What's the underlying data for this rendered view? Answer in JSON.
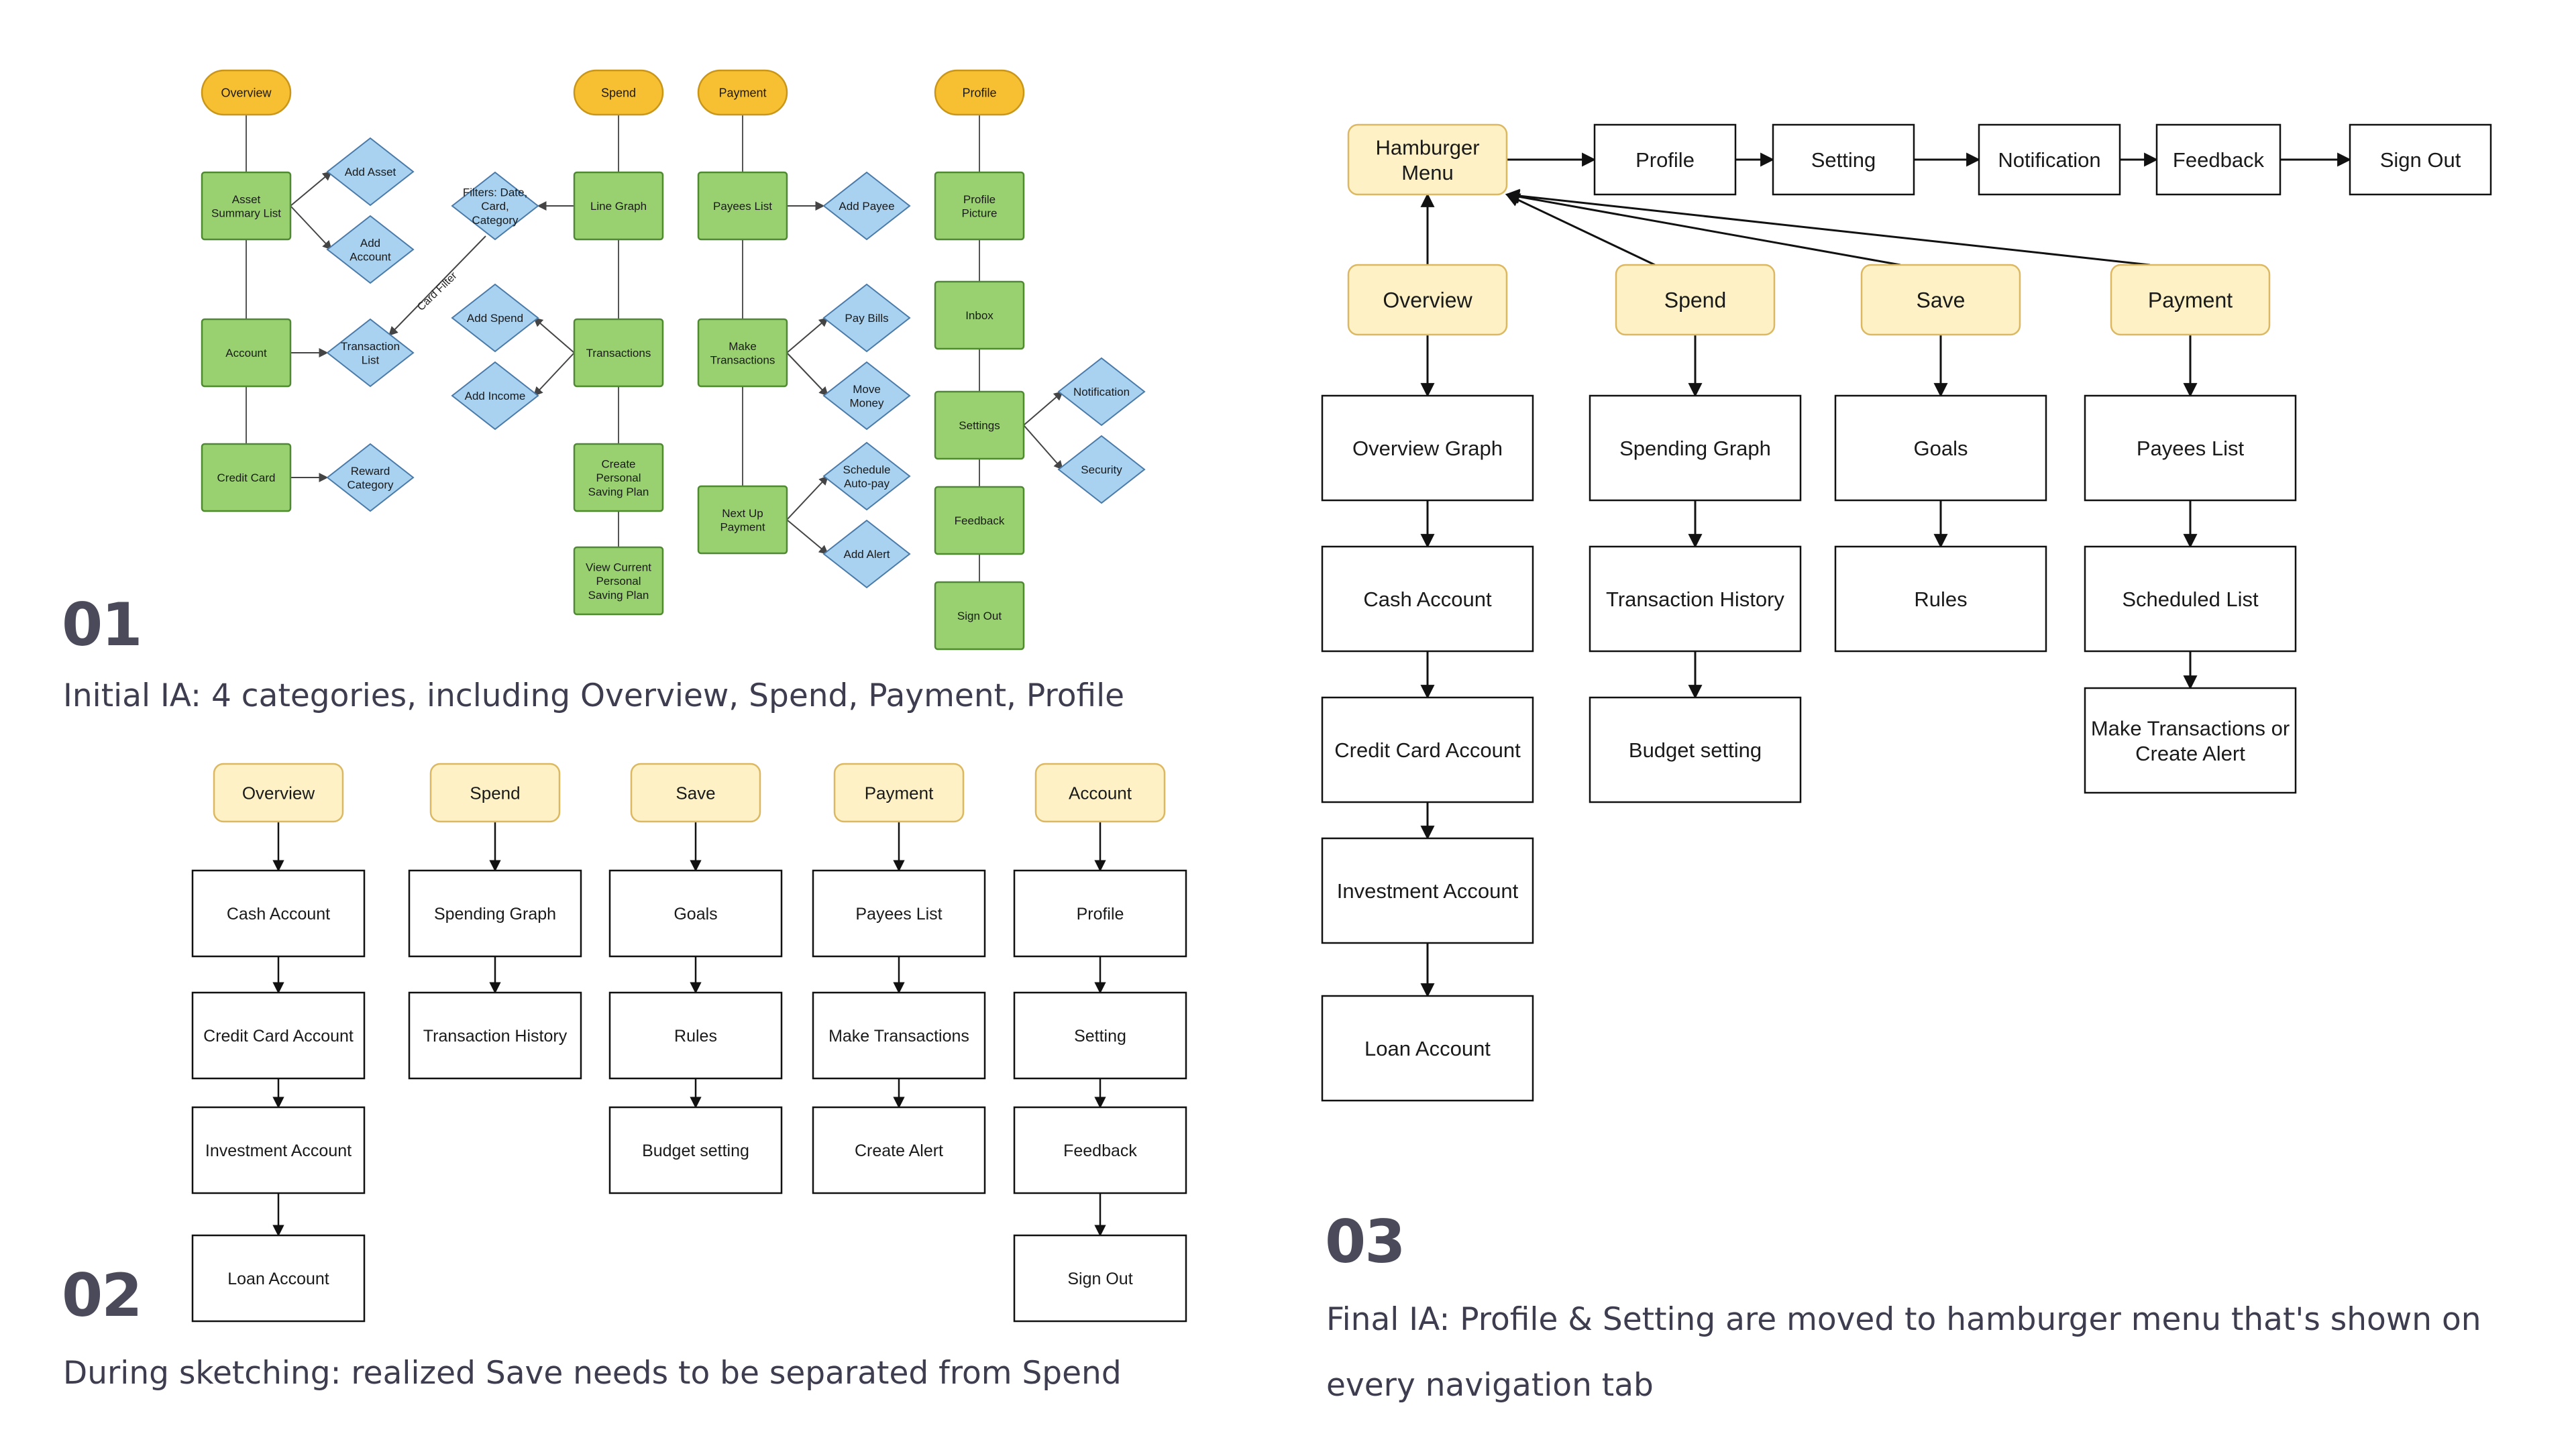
{
  "sections": {
    "s1": {
      "number": "01",
      "caption": "Initial IA: 4 categories, including Overview, Spend, Payment, Profile"
    },
    "s2": {
      "number": "02",
      "caption": "During sketching: realized Save needs to be separated from Spend"
    },
    "s3": {
      "number": "03",
      "caption_line1": "Final IA: Profile & Setting are moved to hamburger menu that's shown on",
      "caption_line2": "every navigation tab"
    }
  },
  "colors": {
    "pill_orange": "#f7c033",
    "pill_orange_stroke": "#c9961a",
    "green": "#99d170",
    "green_stroke": "#4f8a33",
    "diamond": "#a9d1f0",
    "diamond_stroke": "#4a7aa8",
    "yellow_soft": "#fdf1c5",
    "yellow_soft_stroke": "#dcb863"
  },
  "diagram1": {
    "headers": {
      "overview": "Overview",
      "spend": "Spend",
      "payment": "Payment",
      "profile": "Profile"
    },
    "overview": {
      "asset_summary": [
        "Asset",
        "Summary List"
      ],
      "account": "Account",
      "credit_card": "Credit Card",
      "add_asset": "Add Asset",
      "add_account": [
        "Add",
        "Account"
      ],
      "transaction_list": [
        "Transaction",
        "List"
      ],
      "reward_category": [
        "Reward",
        "Category"
      ]
    },
    "spend": {
      "line_graph": "Line Graph",
      "transactions": "Transactions",
      "create_plan": [
        "Create",
        "Personal",
        "Saving Plan"
      ],
      "view_plan": [
        "View Current",
        "Personal",
        "Saving Plan"
      ],
      "filters": [
        "Filters: Date,",
        "Card,",
        "Category"
      ],
      "add_spend": "Add Spend",
      "add_income": "Add Income",
      "card_filter": "Card Filter"
    },
    "payment": {
      "payees_list": "Payees List",
      "make_transactions": [
        "Make",
        "Transactions"
      ],
      "next_up": [
        "Next Up",
        "Payment"
      ],
      "add_payee": "Add Payee",
      "pay_bills": "Pay Bills",
      "move_money": [
        "Move",
        "Money"
      ],
      "schedule_autopay": [
        "Schedule",
        "Auto-pay"
      ],
      "add_alert": "Add Alert"
    },
    "profile": {
      "profile_picture": [
        "Profile",
        "Picture"
      ],
      "inbox": "Inbox",
      "settings": "Settings",
      "feedback": "Feedback",
      "sign_out": "Sign Out",
      "notification": "Notification",
      "security": "Security"
    }
  },
  "diagram2": {
    "columns": [
      {
        "header": "Overview",
        "items": [
          "Cash Account",
          "Credit Card Account",
          "Investment Account",
          "Loan Account"
        ]
      },
      {
        "header": "Spend",
        "items": [
          "Spending Graph",
          "Transaction History"
        ]
      },
      {
        "header": "Save",
        "items": [
          "Goals",
          "Rules",
          "Budget setting"
        ]
      },
      {
        "header": "Payment",
        "items": [
          "Payees List",
          "Make Transactions",
          "Create Alert"
        ]
      },
      {
        "header": "Account",
        "items": [
          "Profile",
          "Setting",
          "Feedback",
          "Sign Out"
        ]
      }
    ]
  },
  "diagram3": {
    "hamburger": [
      "Hamburger",
      "Menu"
    ],
    "menu_items": [
      "Profile",
      "Setting",
      "Notification",
      "Feedback",
      "Sign Out"
    ],
    "columns": [
      {
        "header": "Overview",
        "items": [
          "Overview Graph",
          "Cash Account",
          "Credit Card Account",
          "Investment Account",
          "Loan Account"
        ]
      },
      {
        "header": "Spend",
        "items": [
          "Spending Graph",
          "Transaction History",
          "Budget setting"
        ]
      },
      {
        "header": "Save",
        "items": [
          "Goals",
          "Rules"
        ]
      },
      {
        "header": "Payment",
        "items": [
          "Payees List",
          "Scheduled List",
          "Make Transactions or Create Alert"
        ]
      }
    ]
  }
}
